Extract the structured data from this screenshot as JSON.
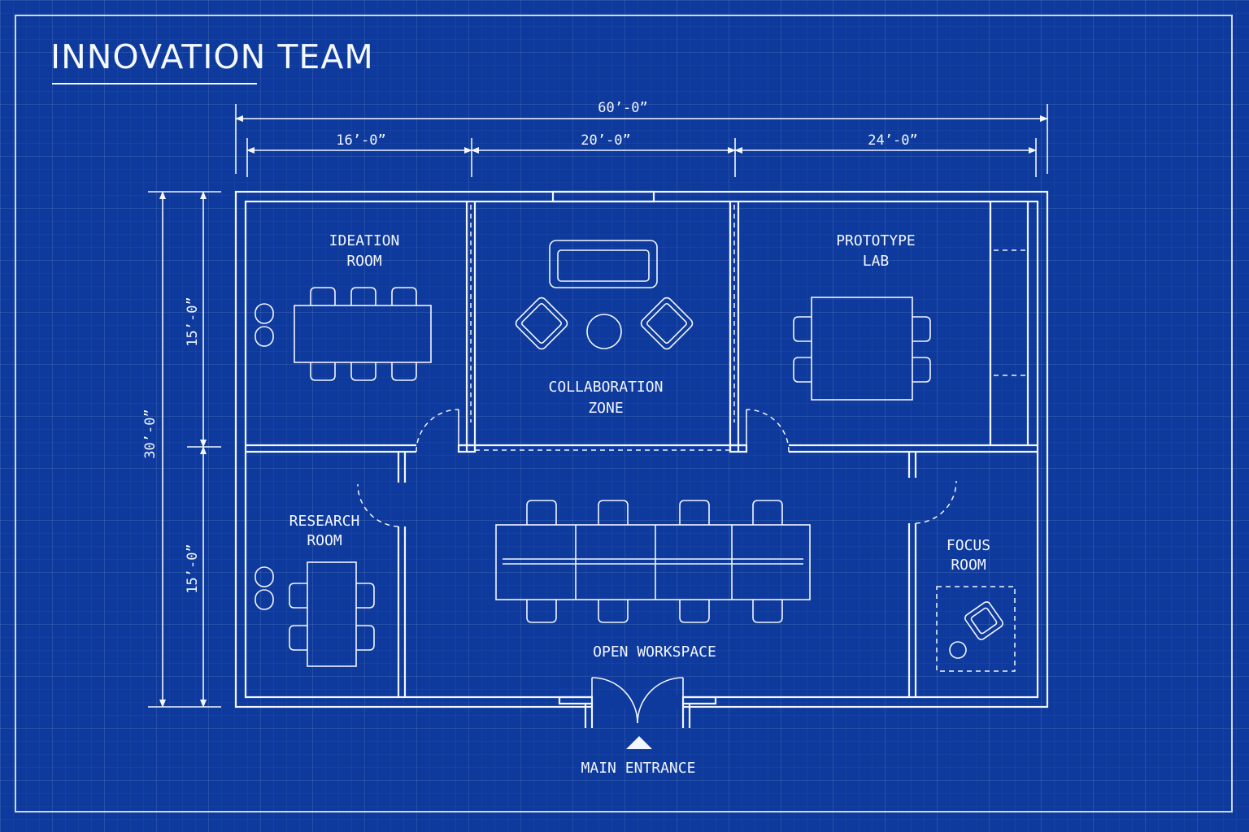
{
  "title": "INNOVATION TEAM",
  "dimensions": {
    "total_width": "60’-0”",
    "width_left": "16’-0”",
    "width_middle": "20’-0”",
    "width_right": "24’-0”",
    "total_depth": "30’-0”",
    "depth_top": "15’-0”",
    "depth_bottom": "15’-0”"
  },
  "rooms": {
    "ideation": [
      "IDEATION",
      "ROOM"
    ],
    "collaboration": [
      "COLLABORATION",
      "ZONE"
    ],
    "prototype": [
      "PROTOTYPE",
      "LAB"
    ],
    "research": [
      "RESEARCH",
      "ROOM"
    ],
    "open_workspace": "OPEN WORKSPACE",
    "focus": [
      "FOCUS",
      "ROOM"
    ]
  },
  "entrance_label": "MAIN ENTRANCE",
  "colors": {
    "background": "#0d3a9c",
    "linework": "#f2f6ff"
  }
}
